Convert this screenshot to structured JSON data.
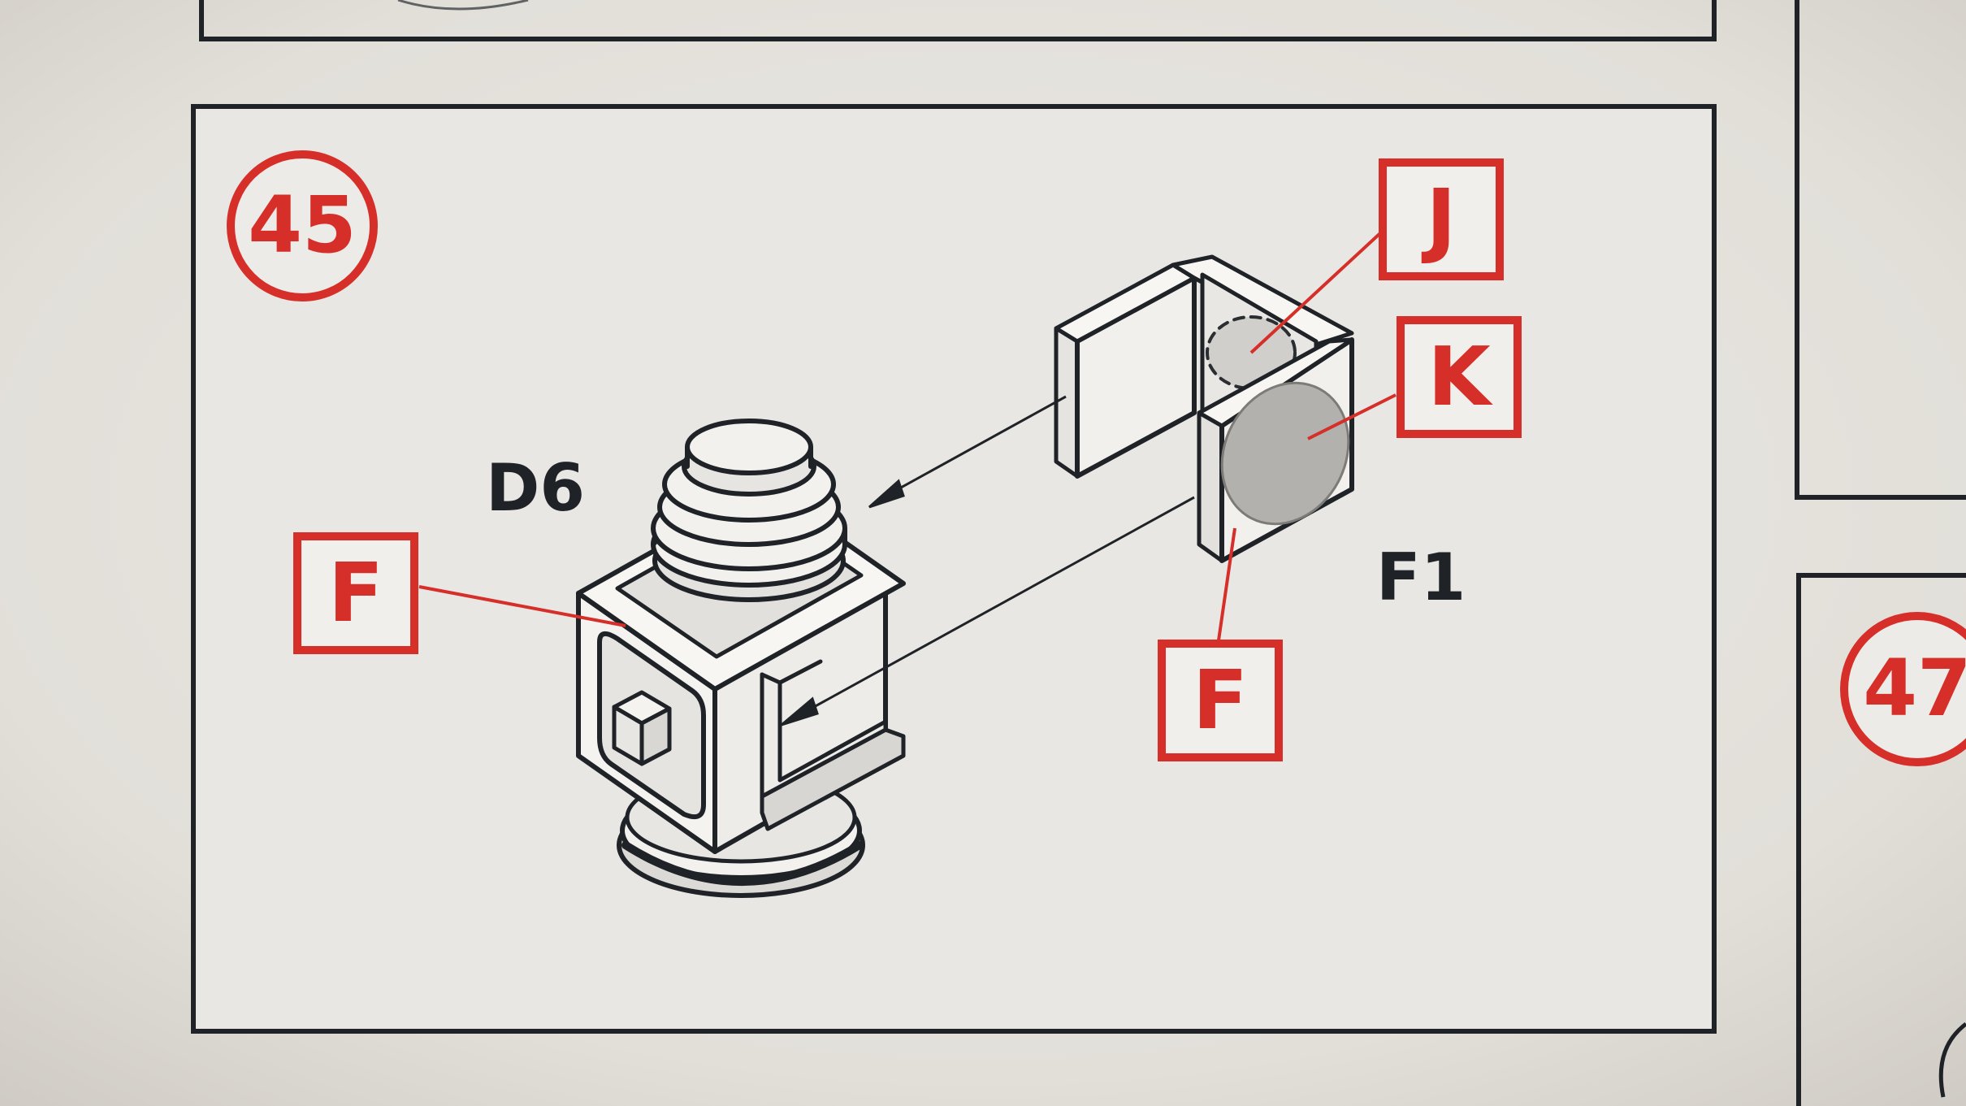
{
  "steps": [
    {
      "number": "45"
    },
    {
      "number": "47"
    }
  ],
  "parts": {
    "base_part": "D6",
    "bracket_part": "F1"
  },
  "paint_callouts": [
    {
      "code": "F"
    },
    {
      "code": "J"
    },
    {
      "code": "K"
    },
    {
      "code": "F"
    }
  ],
  "colors": {
    "paper": "#e6e3de",
    "ink": "#1f2327",
    "callout_red": "#d62f2a",
    "shade_grey": "#b3b1ad"
  }
}
